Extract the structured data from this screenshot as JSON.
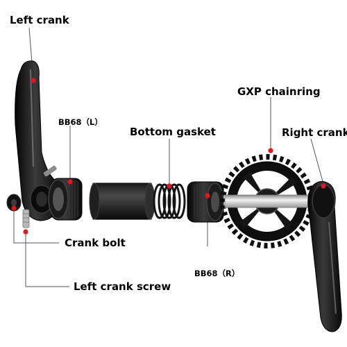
{
  "labels": {
    "left_crank": "Left crank",
    "bb68_left": "BB68（L）",
    "bottom_gasket": "Bottom gasket",
    "gxp_chainring": "GXP chainring",
    "right_crank": "Right crank",
    "crank_bolt": "Crank bolt",
    "bb68_right": "BB68（R）",
    "left_crank_screw": "Left crank screw"
  },
  "colors": {
    "marker": "#e8141b",
    "leader": "#555555",
    "metal_black": "#111111",
    "silver": "#c9c9c9"
  }
}
